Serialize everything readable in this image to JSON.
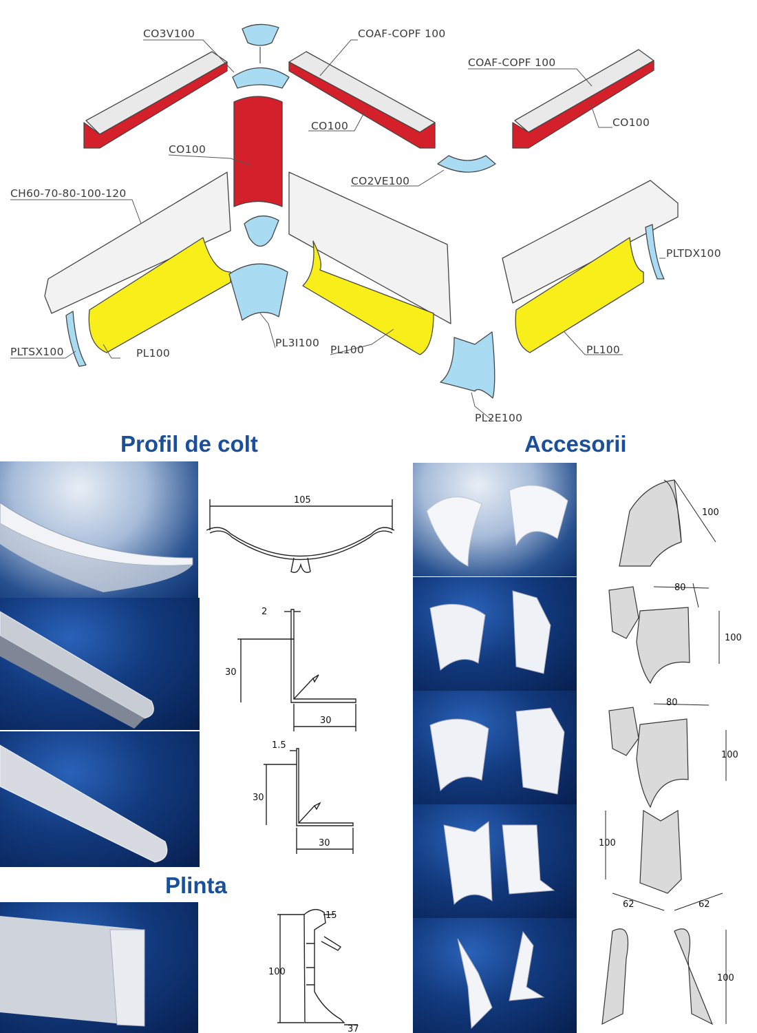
{
  "colors": {
    "red": "#d4202a",
    "yellow": "#f7ee1a",
    "blue": "#a9dcf2",
    "grey": "#e9e9e9",
    "title": "#1a4f9c"
  },
  "diagram": {
    "labels": {
      "co3v100": "CO3V100",
      "coaf1": "COAF-COPF 100",
      "coaf2": "COAF-COPF 100",
      "co100_a": "CO100",
      "co100_b": "CO100",
      "co100_c": "CO100",
      "co2ve100": "CO2VE100",
      "ch": "CH60-70-80-100-120",
      "pltdx": "PLTDX100",
      "pltsx": "PLTSX100",
      "pl100_a": "PL100",
      "pl100_b": "PL100",
      "pl100_c": "PL100",
      "pl3i": "PL3I100",
      "pl2e": "PL2E100"
    }
  },
  "sections": {
    "profil": "Profil de colt",
    "accesorii": "Accesorii",
    "plinta": "Plinta"
  },
  "drawings": {
    "p1_width": "105",
    "p2_thick": "2",
    "p2_h": "30",
    "p2_w": "30",
    "p3_thick": "1.5",
    "p3_h": "30",
    "p3_w": "30",
    "plinta_h": "100",
    "plinta_top": "15",
    "plinta_bot": "37",
    "a1_h": "100",
    "a2_w": "80",
    "a2_h": "100",
    "a3_w": "80",
    "a3_h": "100",
    "a4_h": "100",
    "a4_w1": "62",
    "a4_w2": "62",
    "a5_h": "100"
  }
}
